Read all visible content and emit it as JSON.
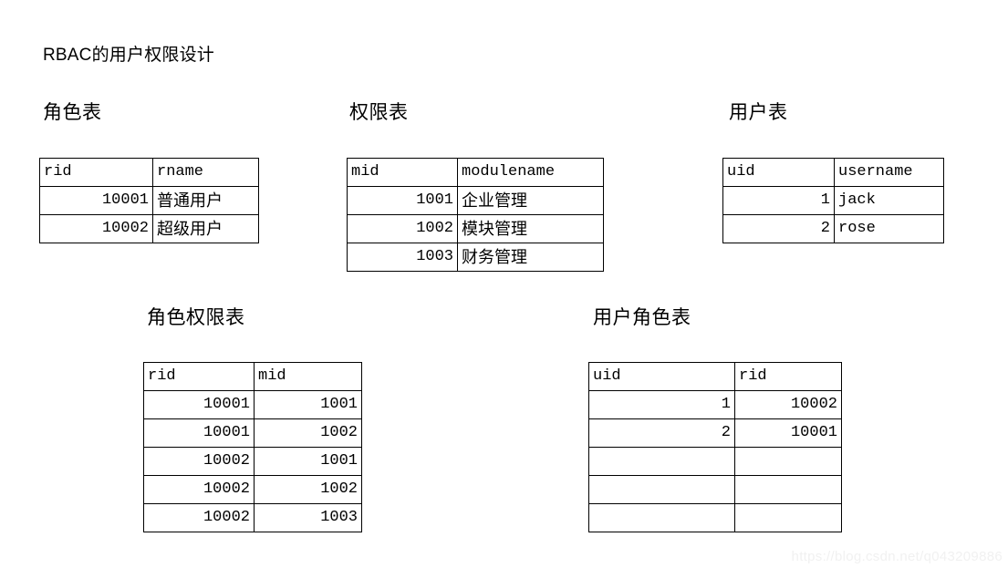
{
  "page": {
    "title": "RBAC的用户权限设计",
    "watermark": "https://blog.csdn.net/q043209886",
    "background_color": "#ffffff",
    "line_color": "#000000",
    "text_color": "#000000"
  },
  "tables": {
    "role": {
      "label": "角色表",
      "columns": [
        "rid",
        "rname"
      ],
      "rows": [
        [
          "10001",
          "普通用户"
        ],
        [
          "10002",
          "超级用户"
        ]
      ]
    },
    "permission": {
      "label": "权限表",
      "columns": [
        "mid",
        "modulename"
      ],
      "rows": [
        [
          "1001",
          "企业管理"
        ],
        [
          "1002",
          "模块管理"
        ],
        [
          "1003",
          "财务管理"
        ]
      ]
    },
    "user": {
      "label": "用户表",
      "columns": [
        "uid",
        "username"
      ],
      "rows": [
        [
          "1",
          "jack"
        ],
        [
          "2",
          "rose"
        ]
      ]
    },
    "role_permission": {
      "label": "角色权限表",
      "columns": [
        "rid",
        "mid"
      ],
      "rows": [
        [
          "10001",
          "1001"
        ],
        [
          "10001",
          "1002"
        ],
        [
          "10002",
          "1001"
        ],
        [
          "10002",
          "1002"
        ],
        [
          "10002",
          "1003"
        ]
      ]
    },
    "user_role": {
      "label": "用户角色表",
      "columns": [
        "uid",
        "rid"
      ],
      "rows": [
        [
          "1",
          "10002"
        ],
        [
          "2",
          "10001"
        ],
        [
          "",
          ""
        ],
        [
          "",
          ""
        ],
        [
          "",
          ""
        ]
      ]
    }
  }
}
